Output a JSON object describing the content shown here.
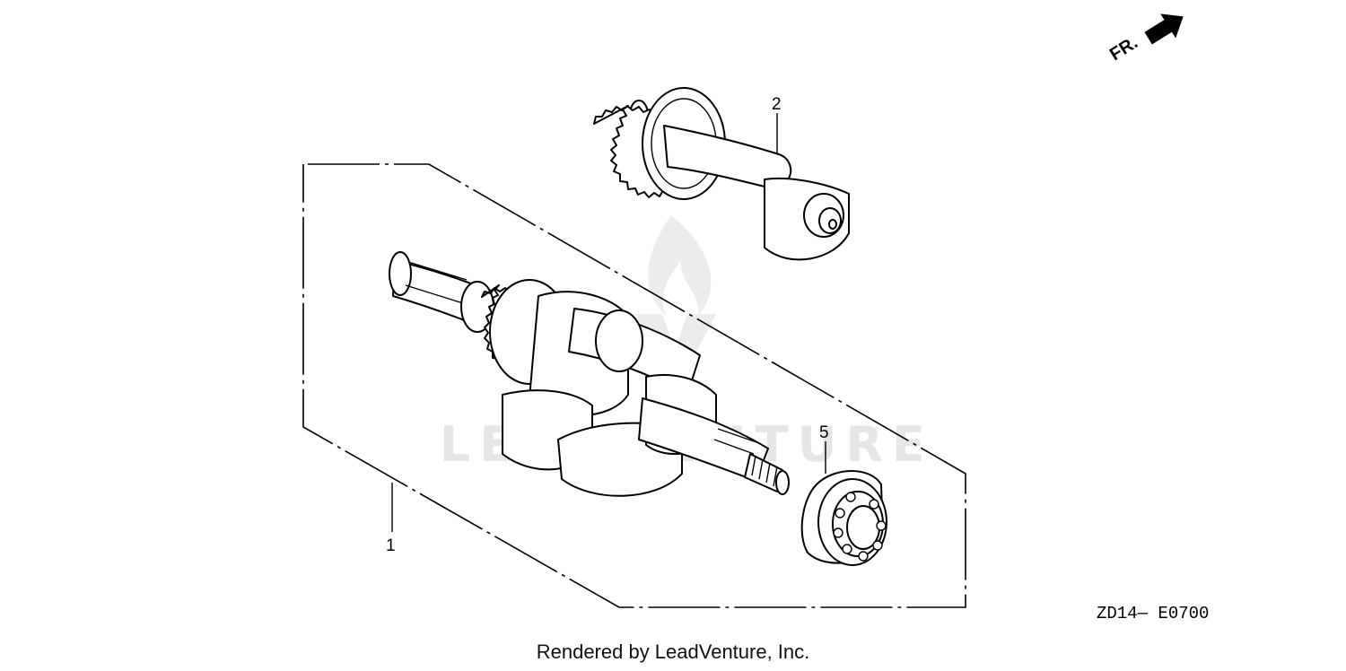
{
  "diagram": {
    "direction_indicator": {
      "label": "FR.",
      "icon": "arrow-icon"
    },
    "callouts": [
      {
        "number": "1"
      },
      {
        "number": "2"
      },
      {
        "number": "5"
      }
    ],
    "diagram_code": "ZD14— E0700",
    "watermark": "LEADVENTURE",
    "credit": "Rendered by LeadVenture, Inc."
  }
}
